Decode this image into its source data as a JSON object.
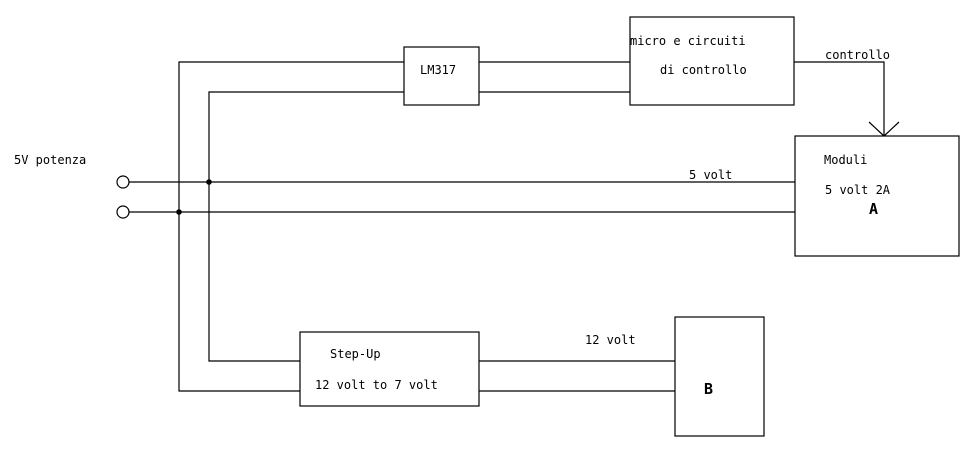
{
  "input": {
    "label": "5V potenza"
  },
  "lm317": {
    "label": "LM317"
  },
  "micro": {
    "line1": "micro e circuiti",
    "line2": "di controllo"
  },
  "control_signal": {
    "label": "controllo"
  },
  "rail_5v": {
    "label": "5 volt"
  },
  "module_a": {
    "title": "Moduli",
    "rating": "5 volt 2A",
    "id": "A"
  },
  "stepup": {
    "title": "Step-Up",
    "desc": "12 volt to 7 volt"
  },
  "rail_12v": {
    "label": "12 volt"
  },
  "module_b": {
    "id": "B"
  }
}
